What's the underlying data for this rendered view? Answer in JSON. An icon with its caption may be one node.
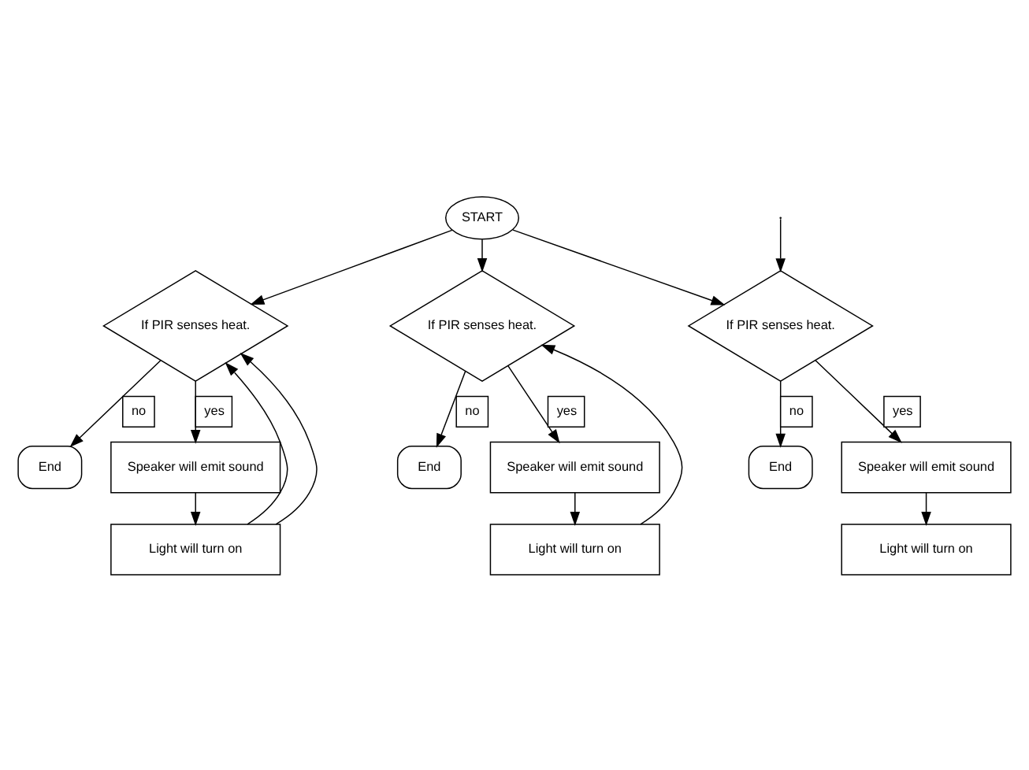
{
  "diagram": {
    "nodes": [
      {
        "text": [
          "START"
        ]
      },
      {
        "text": [
          "If PIR senses heat."
        ]
      },
      {
        "text": [
          "If PIR senses heat."
        ]
      },
      {
        "text": [
          "If PIR senses heat."
        ]
      },
      {
        "text": [
          "End"
        ]
      },
      {
        "text": [
          "End"
        ]
      },
      {
        "text": [
          "End"
        ]
      },
      {
        "text": [
          "Speaker will emit sound"
        ]
      },
      {
        "text": [
          "Speaker will emit sound"
        ]
      },
      {
        "text": [
          "Speaker will emit sound"
        ]
      },
      {
        "text": [
          "Light will turn on"
        ]
      },
      {
        "text": [
          "Light will turn on"
        ]
      },
      {
        "text": [
          "Light will turn on"
        ]
      }
    ],
    "edges": [
      {
        "from": 0,
        "to": 1,
        "arrow": "to"
      },
      {
        "from": 0,
        "to": 2,
        "arrow": "to"
      },
      {
        "from": 0,
        "to": 3,
        "arrow": "to"
      },
      {
        "from": 1,
        "to": 4,
        "label": "no",
        "arrow": "to"
      },
      {
        "from": 1,
        "to": 7,
        "label": "yes",
        "arrow": "to"
      },
      {
        "from": 7,
        "to": 10,
        "arrow": "to"
      },
      {
        "from": 10,
        "to": 1,
        "arrow": "to"
      },
      {
        "from": 10,
        "to": 1,
        "arrow": "to"
      },
      {
        "from": 2,
        "to": 5,
        "label": "no",
        "arrow": "to"
      },
      {
        "from": 2,
        "to": 8,
        "label": "yes",
        "arrow": "to"
      },
      {
        "from": 8,
        "to": 11,
        "arrow": "to"
      },
      {
        "from": 11,
        "to": 2,
        "arrow": "to"
      },
      {
        "from": 3,
        "to": 6,
        "label": "no",
        "arrow": "to"
      },
      {
        "from": 3,
        "to": 9,
        "label": "yes",
        "arrow": "to"
      },
      {
        "from": 9,
        "to": 12,
        "arrow": "to"
      },
      {
        "from": null,
        "to": 3,
        "arrow": "to"
      }
    ]
  }
}
